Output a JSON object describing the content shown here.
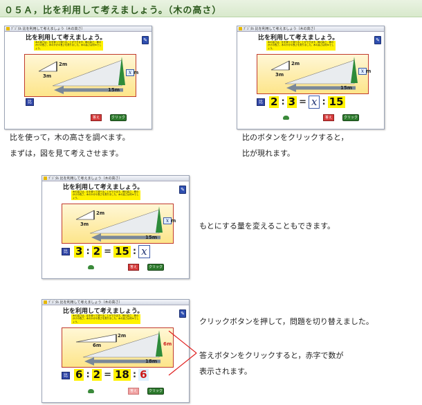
{
  "header": {
    "title": "０５Ａ，比を利用して考えましょう。（木の高さ）"
  },
  "app": {
    "window_title": "ﾃﾞｼﾞﾀﾙ 比を利用して考えましょう（木の高さ）",
    "lesson_title": "比を利用して考えましょう。",
    "instruction": "木の高さは，比を使って調べることができます。棒の高さ，棒のかげの長さ，木のかげの長さを測りました。木の高さは何mでしょう。",
    "ratio_button": "比",
    "answer_button": "答え",
    "click_button": "クリック",
    "variable": "𝑥"
  },
  "panels": [
    {
      "stick_height": "2m",
      "stick_shadow": "3m",
      "tree_shadow": "15m",
      "tree_label": "m"
    },
    {
      "stick_height": "2m",
      "stick_shadow": "3m",
      "tree_shadow": "15m",
      "tree_label": "m",
      "ratio": {
        "a": "2",
        "b": "3",
        "c": "15"
      }
    },
    {
      "stick_height": "2m",
      "stick_shadow": "3m",
      "tree_shadow": "15m",
      "tree_label": "m",
      "ratio": {
        "a": "3",
        "b": "2",
        "c": "15"
      }
    },
    {
      "stick_height": "2m",
      "stick_shadow": "6m",
      "tree_shadow": "18m",
      "tree_answer": "6",
      "tree_label": "m",
      "ratio": {
        "a": "6",
        "b": "2",
        "c": "18",
        "d": "6"
      }
    }
  ],
  "captions": {
    "c1_line1": "比を使って，木の高さを調べます。",
    "c1_line2": "まずは，図を見て考えさせます。",
    "c2_line1": "比のボタンをクリックすると，",
    "c2_line2": "比が現れます。",
    "c3": "もとにする量を変えることもできます。",
    "c4": "クリックボタンを押して，問題を切り替えました。",
    "c5_line1": "答えボタンをクリックすると，赤字で数が",
    "c5_line2": "表示されます。"
  },
  "colors": {
    "accent_red": "#cc1a1a",
    "highlight_yellow": "#fff200",
    "button_blue": "#3147a8",
    "button_green": "#2d7a2d"
  }
}
